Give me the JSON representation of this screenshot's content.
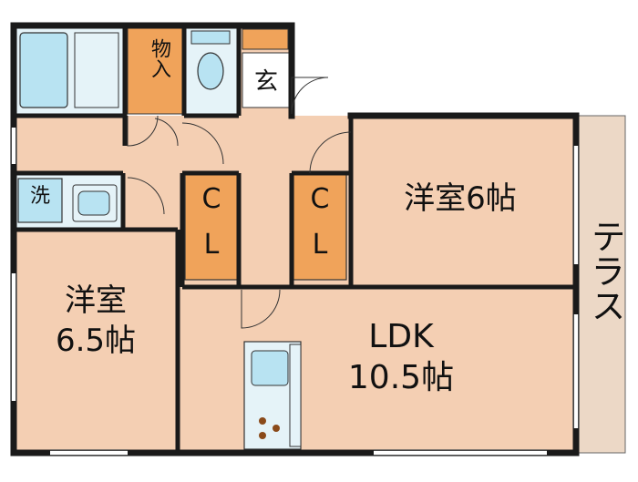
{
  "rooms": {
    "storage": "物入",
    "entrance": "玄",
    "laundry": "洗",
    "closet_left_line1": "C",
    "closet_left_line2": "L",
    "closet_right_line1": "C",
    "closet_right_line2": "L",
    "bedroom_a_name": "洋室",
    "bedroom_a_size": "6.5帖",
    "bedroom_b": "洋室6帖",
    "ldk_name": "LDK",
    "ldk_size": "10.5帖",
    "terrace": "テラス"
  },
  "colors": {
    "floor": "#f4cfb3",
    "closet": "#f0a35a",
    "wet_area": "#e5f3f8",
    "fixture": "#b8e3f2",
    "terrace": "#ecd8c6",
    "wall": "#1a1a1a"
  }
}
